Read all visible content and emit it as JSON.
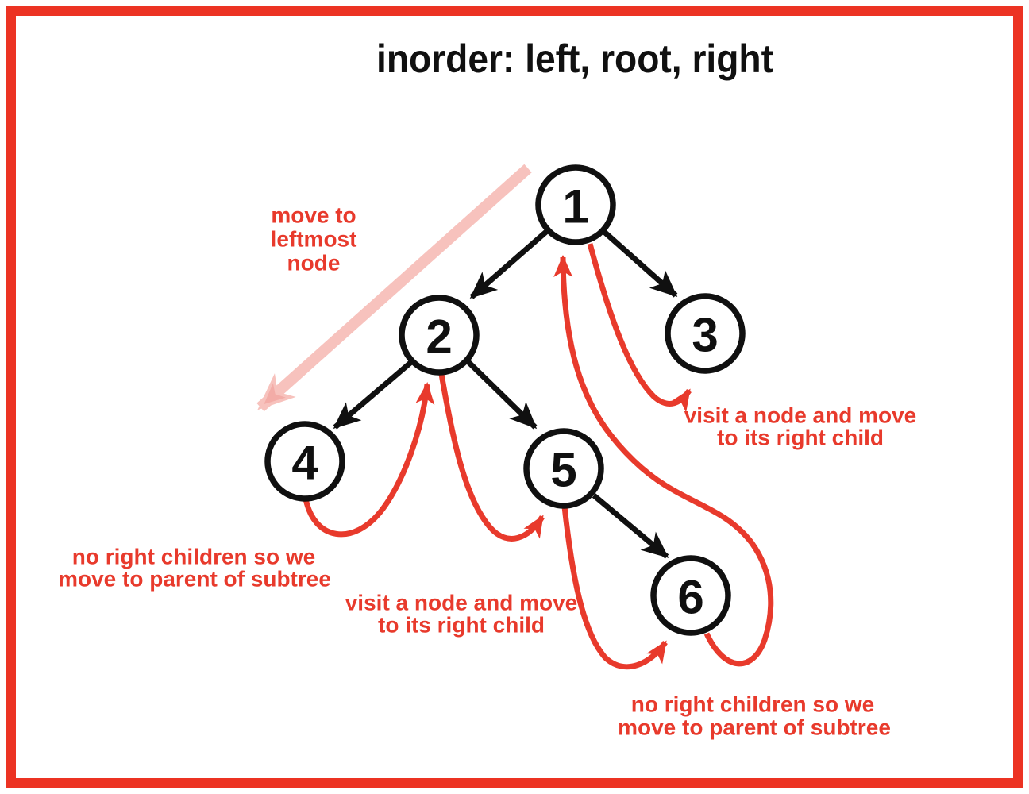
{
  "title": "inorder: left, root, right",
  "colors": {
    "black": "#101010",
    "red": "#E83A2C",
    "border_red": "#EC3323",
    "pink": "#F7C2BD",
    "node_fill": "#FFFFFF"
  },
  "tree": {
    "nodes": [
      {
        "label": "1"
      },
      {
        "label": "2"
      },
      {
        "label": "3"
      },
      {
        "label": "4"
      },
      {
        "label": "5"
      },
      {
        "label": "6"
      }
    ],
    "edges": [
      "1-2",
      "1-3",
      "2-4",
      "2-5",
      "5-6"
    ]
  },
  "traversal": {
    "type": "inorder",
    "visit_order": [
      "4",
      "2",
      "5",
      "6",
      "1",
      "3"
    ],
    "red_arrows": [
      "4-2",
      "2-5",
      "5-6",
      "6-1",
      "1-3"
    ],
    "pink_arrow": "root down to leftmost node"
  },
  "annotations": {
    "move_leftmost": {
      "lines": [
        "move to",
        "leftmost",
        "node"
      ]
    },
    "visit_right_top": {
      "lines": [
        "visit a node and move",
        "to its right child"
      ]
    },
    "no_right_left": {
      "lines": [
        "no right children so we",
        "move to parent of subtree"
      ]
    },
    "visit_right_mid": {
      "lines": [
        "visit a node and move",
        "to its right child"
      ]
    },
    "no_right_bottom": {
      "lines": [
        "no right children so we",
        "move to parent of subtree"
      ]
    }
  }
}
